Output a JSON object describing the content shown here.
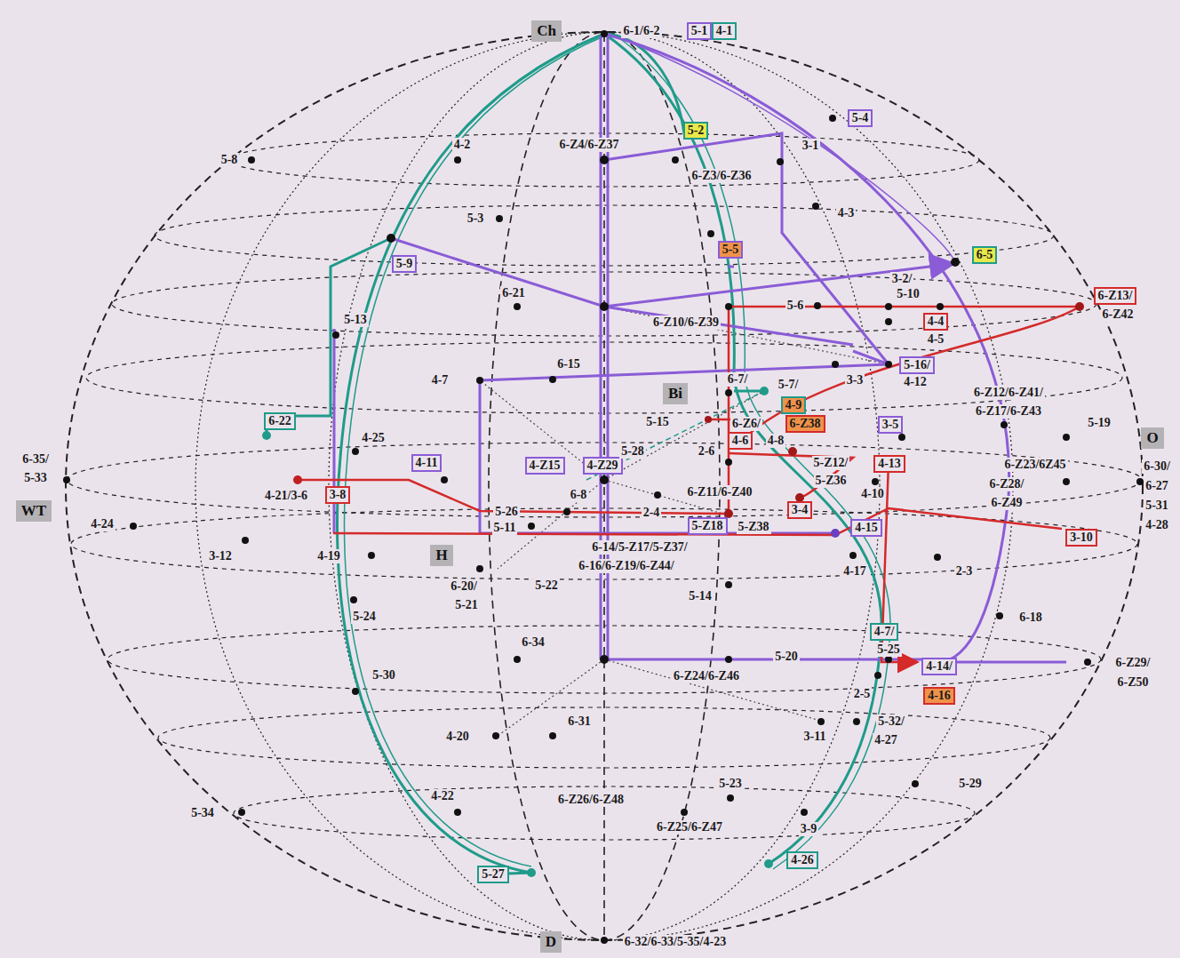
{
  "diagram": {
    "nodes": [
      {
        "text": [
          "Ch"
        ]
      },
      {
        "text": [
          "5-1"
        ]
      },
      {
        "text": [
          "4-1"
        ]
      },
      {
        "text": [
          "5-4"
        ]
      },
      {
        "text": [
          "5-2"
        ]
      },
      {
        "text": [
          "5-9"
        ]
      },
      {
        "text": [
          "5-5"
        ]
      },
      {
        "text": [
          "6-5"
        ]
      },
      {
        "text": [
          "6-Z13/"
        ]
      },
      {
        "text": [
          "4-4"
        ]
      },
      {
        "text": [
          "5-16/"
        ]
      },
      {
        "text": [
          "Bi"
        ]
      },
      {
        "text": [
          "4-9"
        ]
      },
      {
        "text": [
          "6-Z38"
        ]
      },
      {
        "text": [
          "6-22"
        ]
      },
      {
        "text": [
          "3-5"
        ]
      },
      {
        "text": [
          "4-6"
        ]
      },
      {
        "text": [
          "4-11"
        ]
      },
      {
        "text": [
          "4-Z15"
        ]
      },
      {
        "text": [
          "4-Z29"
        ]
      },
      {
        "text": [
          "4-13"
        ]
      },
      {
        "text": [
          "O"
        ]
      },
      {
        "text": [
          "3-8"
        ]
      },
      {
        "text": [
          "3-4"
        ]
      },
      {
        "text": [
          "WT"
        ]
      },
      {
        "text": [
          "5-Z18"
        ]
      },
      {
        "text": [
          "4-15"
        ]
      },
      {
        "text": [
          "3-10"
        ]
      },
      {
        "text": [
          "H"
        ]
      },
      {
        "text": [
          "4-7/"
        ]
      },
      {
        "text": [
          "4-14/"
        ]
      },
      {
        "text": [
          "4-16"
        ]
      },
      {
        "text": [
          "4-26"
        ]
      },
      {
        "text": [
          "5-27"
        ]
      },
      {
        "text": [
          "D"
        ]
      }
    ],
    "labels": [
      "6-1/6-2",
      "4-2",
      "6-Z4/6-Z37",
      "3-1",
      "5-8",
      "6-Z3/6-Z36",
      "4-3",
      "5-3",
      "3-2/",
      "6-21",
      "5-6",
      "5-10",
      "6-Z42",
      "5-13",
      "6-Z10/6-Z39",
      "4-5",
      "6-15",
      "4-7",
      "3-3",
      "4-12",
      "6-7/",
      "5-7/",
      "6-Z12/6-Z41/",
      "6-Z17/6-Z43",
      "5-15",
      "6-Z6/",
      "5-19",
      "4-25",
      "4-8",
      "5-28",
      "2-6",
      "6-35/",
      "5-Z12/",
      "6-Z23/6Z45",
      "6-30/",
      "5-Z36",
      "6-Z28/",
      "5-33",
      "6-27",
      "6-8",
      "6-Z11/6-Z40",
      "4-10",
      "4-21/3-6",
      "6-Z49",
      "5-31",
      "5-26",
      "2-4",
      "4-24",
      "4-28",
      "5-11",
      "5-Z38",
      "6-14/5-Z17/5-Z37/",
      "3-12",
      "4-19",
      "6-16/6-Z19/6-Z44/",
      "4-17",
      "2-3",
      "6-20/",
      "5-22",
      "5-14",
      "5-21",
      "6-18",
      "5-24",
      "6-34",
      "5-25",
      "5-20",
      "6-Z29/",
      "5-30",
      "6-Z24/6-Z46",
      "6-Z50",
      "2-5",
      "6-31",
      "5-32/",
      "3-11",
      "4-20",
      "4-27",
      "5-23",
      "5-29",
      "4-22",
      "6-Z26/6-Z48",
      "5-34",
      "6-Z25/6-Z47",
      "3-9",
      "6-32/6-33/5-35/4-23"
    ]
  }
}
